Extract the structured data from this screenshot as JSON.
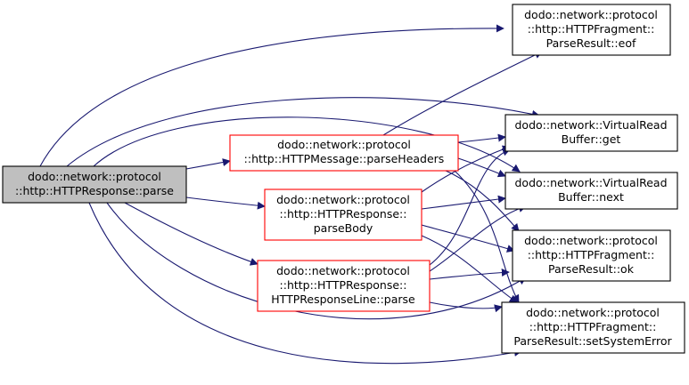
{
  "diagram": {
    "colors": {
      "edge": "#191970",
      "root_fill": "#bfbfbf",
      "root_border": "#000000",
      "expandable_border": "#ff0000",
      "leaf_border": "#000000",
      "node_fill": "#ffffff"
    },
    "nodes": [
      {
        "id": "parse",
        "lines": [
          "dodo::network::protocol",
          "::http::HTTPResponse::parse"
        ],
        "style": "root"
      },
      {
        "id": "parseHeaders",
        "lines": [
          "dodo::network::protocol",
          "::http::HTTPMessage::parseHeaders"
        ],
        "style": "expandable"
      },
      {
        "id": "parseBody",
        "lines": [
          "dodo::network::protocol",
          "::http::HTTPResponse::",
          "parseBody"
        ],
        "style": "expandable"
      },
      {
        "id": "responseLineParse",
        "lines": [
          "dodo::network::protocol",
          "::http::HTTPResponse::",
          "HTTPResponseLine::parse"
        ],
        "style": "expandable"
      },
      {
        "id": "eof",
        "lines": [
          "dodo::network::protocol",
          "::http::HTTPFragment::",
          "ParseResult::eof"
        ],
        "style": "leaf"
      },
      {
        "id": "get",
        "lines": [
          "dodo::network::VirtualRead",
          "Buffer::get"
        ],
        "style": "leaf"
      },
      {
        "id": "next",
        "lines": [
          "dodo::network::VirtualRead",
          "Buffer::next"
        ],
        "style": "leaf"
      },
      {
        "id": "ok",
        "lines": [
          "dodo::network::protocol",
          "::http::HTTPFragment::",
          "ParseResult::ok"
        ],
        "style": "leaf"
      },
      {
        "id": "setSystemError",
        "lines": [
          "dodo::network::protocol",
          "::http::HTTPFragment::",
          "ParseResult::setSystemError"
        ],
        "style": "leaf"
      }
    ],
    "edges": [
      {
        "from": "parse",
        "to": "eof"
      },
      {
        "from": "parse",
        "to": "get"
      },
      {
        "from": "parse",
        "to": "next"
      },
      {
        "from": "parse",
        "to": "parseHeaders"
      },
      {
        "from": "parse",
        "to": "parseBody"
      },
      {
        "from": "parse",
        "to": "responseLineParse"
      },
      {
        "from": "parse",
        "to": "ok"
      },
      {
        "from": "parse",
        "to": "setSystemError"
      },
      {
        "from": "parseHeaders",
        "to": "eof"
      },
      {
        "from": "parseHeaders",
        "to": "get"
      },
      {
        "from": "parseHeaders",
        "to": "next"
      },
      {
        "from": "parseHeaders",
        "to": "ok"
      },
      {
        "from": "parseHeaders",
        "to": "setSystemError"
      },
      {
        "from": "parseBody",
        "to": "get"
      },
      {
        "from": "parseBody",
        "to": "next"
      },
      {
        "from": "parseBody",
        "to": "ok"
      },
      {
        "from": "parseBody",
        "to": "setSystemError"
      },
      {
        "from": "responseLineParse",
        "to": "get"
      },
      {
        "from": "responseLineParse",
        "to": "next"
      },
      {
        "from": "responseLineParse",
        "to": "ok"
      },
      {
        "from": "responseLineParse",
        "to": "setSystemError"
      }
    ]
  }
}
